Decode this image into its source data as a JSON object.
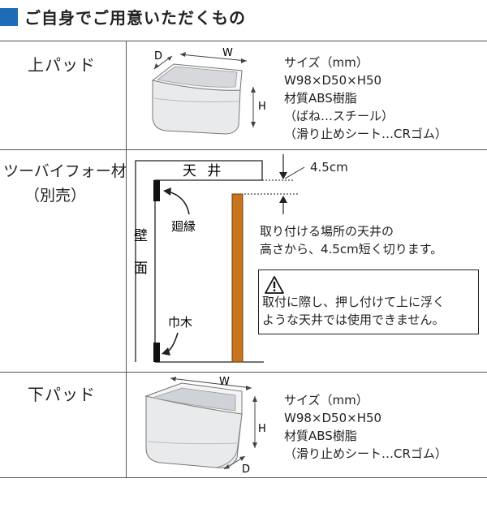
{
  "title": "ご自身でご用意いただくもの",
  "colors": {
    "accent": "#1e6bb8",
    "wood": "#c8741c"
  },
  "rows": {
    "top_pad": {
      "label": "上パッド",
      "dims": {
        "w": "W",
        "d": "D",
        "h": "H"
      },
      "specs": [
        "サイズ（mm）",
        "W98×D50×H50",
        "材質ABS樹脂",
        "（ばね…スチール）",
        "（滑り止めシート…CRゴム）"
      ]
    },
    "two_by_four": {
      "label_line1": "ツーバイフォー材",
      "label_line2": "（別売）",
      "ceiling": "天 井",
      "wall_char1": "壁",
      "wall_char2": "面",
      "molding": "廻縁",
      "baseboard": "巾木",
      "gap": "4.5cm",
      "cut_note_line1": "取り付ける場所の天井の",
      "cut_note_line2": "高さから、4.5cm短く切ります。",
      "warning_line1": "取付に際し、押し付けて上に浮く",
      "warning_line2": "ような天井では使用できません。",
      "warning_icon": "warning-triangle-icon"
    },
    "bottom_pad": {
      "label": "下パッド",
      "dims": {
        "w": "W",
        "d": "D",
        "h": "H"
      },
      "specs": [
        "サイズ（mm）",
        "W98×D50×H50",
        "材質ABS樹脂",
        "（滑り止めシート…CRゴム）"
      ]
    }
  }
}
